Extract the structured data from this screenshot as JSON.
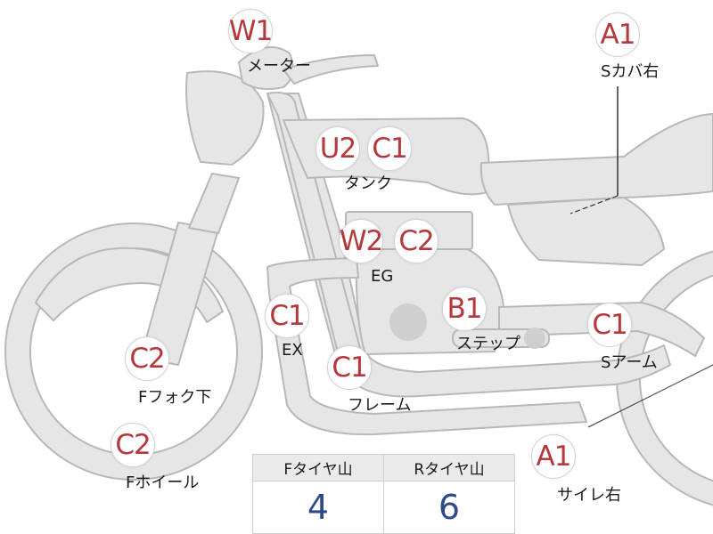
{
  "parts": [
    {
      "id": "meter",
      "label": "メーター",
      "codes": [
        "W1"
      ]
    },
    {
      "id": "side-cover-right",
      "label": "Sカバ右",
      "codes": [
        "A1"
      ]
    },
    {
      "id": "tank",
      "label": "タンク",
      "codes": [
        "U2",
        "C1"
      ]
    },
    {
      "id": "engine",
      "label": "EG",
      "codes": [
        "W2",
        "C2"
      ]
    },
    {
      "id": "exhaust",
      "label": "EX",
      "codes": [
        "C1"
      ]
    },
    {
      "id": "step",
      "label": "ステップ",
      "codes": [
        "B1"
      ]
    },
    {
      "id": "swing-arm",
      "label": "Sアーム",
      "codes": [
        "C1"
      ]
    },
    {
      "id": "frame",
      "label": "フレーム",
      "codes": [
        "C1"
      ]
    },
    {
      "id": "front-fork-lower",
      "label": "Fフォク下",
      "codes": [
        "C2"
      ]
    },
    {
      "id": "front-wheel",
      "label": "Fホイール",
      "codes": [
        "C2"
      ]
    },
    {
      "id": "silencer-right",
      "label": "サイレ右",
      "codes": [
        "A1"
      ]
    }
  ],
  "tire_table": {
    "headers": [
      "Fタイヤ山",
      "Rタイヤ山"
    ],
    "values": [
      "4",
      "6"
    ]
  },
  "colors": {
    "badge_text": "#b5383a",
    "table_value": "#2f4a8c",
    "part_fill": "#e6e6e6",
    "part_stroke": "#b8b8b8"
  }
}
